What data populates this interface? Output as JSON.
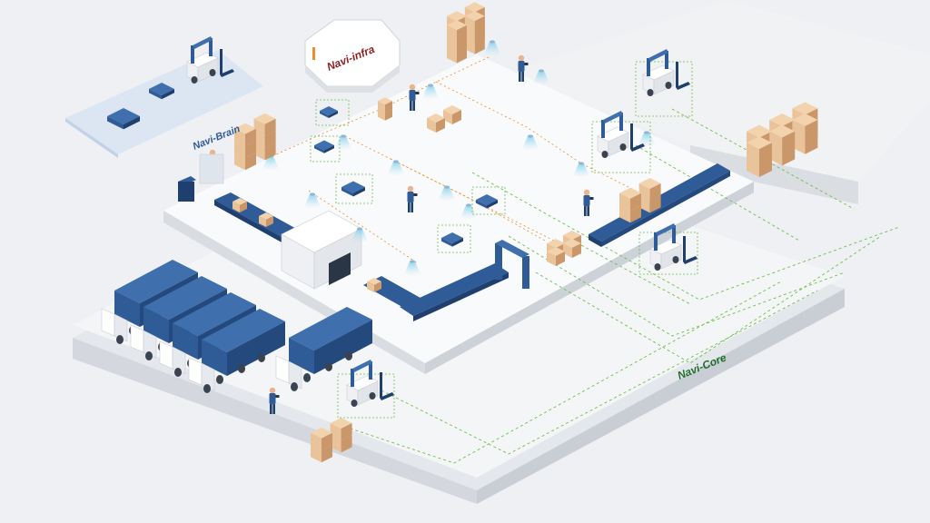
{
  "labels": {
    "brain": "Navi-Brain",
    "infra": "Navi-infra",
    "core": "Navi-Core"
  },
  "colors": {
    "background": "#eef0f3",
    "platform": "#f9fafb",
    "platform_side": "#d9dde2",
    "navy": "#2f5b97",
    "navy_dark": "#1f3f6e",
    "box": "#e9c39a",
    "box_dark": "#c9976a",
    "green": "#6cbf4a",
    "orange": "#f08a2c",
    "beam": "#bfe3f3",
    "infra_text": "#8b1f1f",
    "brain_text": "#2f5b97",
    "core_text": "#1f6e2b"
  },
  "icons": {
    "truck": "delivery-truck-icon",
    "forklift": "forklift-icon",
    "agv": "agv-robot-icon",
    "worker": "worker-icon",
    "box": "cardboard-box-icon",
    "sensor": "ceiling-sensor-icon",
    "conveyor": "conveyor-belt-icon"
  }
}
